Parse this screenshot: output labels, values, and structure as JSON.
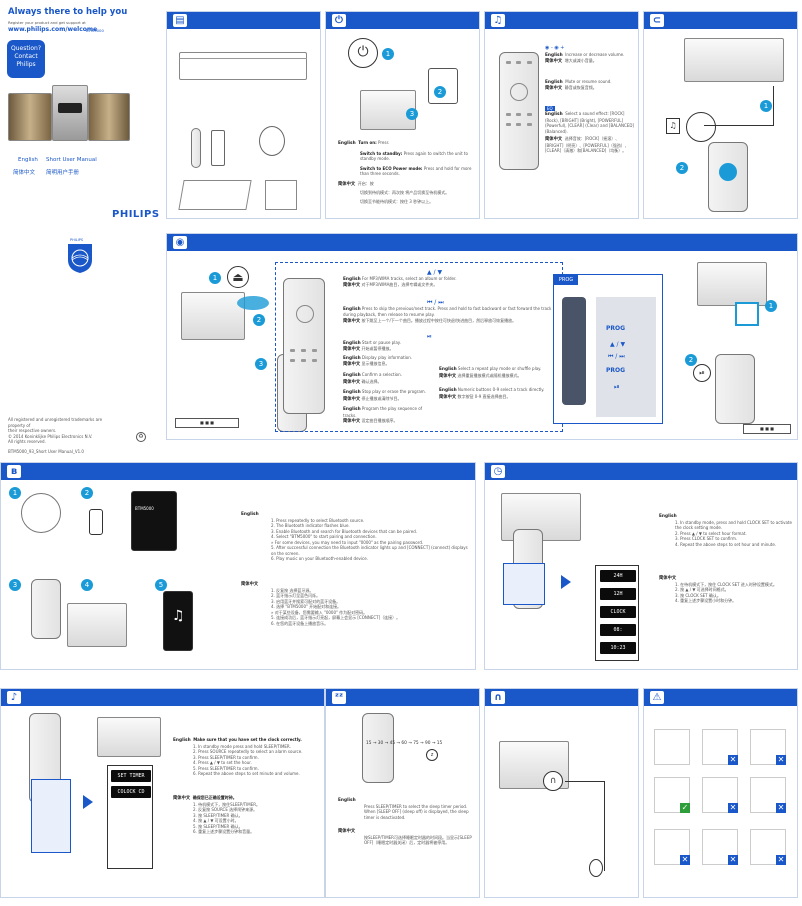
{
  "cover": {
    "headline": "Always there to help you",
    "register_text": "Register your product and get support at",
    "url": "www.philips.com/welcome",
    "model": "BTM5000",
    "question": [
      "Question?",
      "Contact",
      "Philips"
    ],
    "manual_en_lang": "English",
    "manual_en_title": "Short User Manual",
    "manual_zh_lang": "简体中文",
    "manual_zh_title": "简明用户手册",
    "brand": "PHILIPS",
    "rights_1": "All registered and unregistered trademarks are property of",
    "rights_2": "their respective owners.",
    "rights_3": "© 2014 Koninklijke Philips Electronics N.V.",
    "rights_4": "All rights reserved.",
    "doc_code": "BTM5000_93_Short User Manual_V1.0",
    "colors": {
      "accent": "#1a57c8",
      "badge": "#1a9bd7"
    }
  },
  "power": {
    "en_label": "English",
    "en_1_title": "Turn on:",
    "en_1": "Press",
    "en_2_title": "Switch to standby:",
    "en_2": "Press again to switch the unit to standby mode.",
    "en_3_title": "Switch to ECO Power mode:",
    "en_3": "Press and hold for more than three seconds.",
    "zh_label": "简体中文",
    "zh_1": "开启：按",
    "zh_2": "切换到待机模式：再次按 将产品切换至待机模式。",
    "zh_3": "切换至节能待机模式：按住 3 秒钟以上。"
  },
  "volume": {
    "en_label": "English",
    "zh_label": "简体中文",
    "vol_en": "Increase or decrease volume.",
    "vol_zh": "增大或减小音量。",
    "mute_en": "Mute or resume sound.",
    "mute_zh": "静音或恢复音频。",
    "eq_en": "Select a sound effect: [ROCK] (Rock), [BRIGHT] (Bright), [POWERFUL] (Powerful), [CLEAR] (Clear) and [BALANCED] (Balanced).",
    "eq_zh": "选择音效：[ROCK]（摇滚）、[BRIGHT]（明亮）、[POWERFUL]（强劲）、[CLEAR]（清澈）和[BALANCED]（均衡）。",
    "eq_badge": "EQ"
  },
  "disc": {
    "en_label": "English",
    "zh_label": "简体中文",
    "folder_en": "For MP3/WMA tracks, select an album or folder.",
    "folder_zh": "对于MP3/WMA曲目，选择专辑或文件夹。",
    "skip_en": "Press to skip the previous/next track. Press and hold to fast backward or fast forward the track during playback, then release to resume play.",
    "skip_zh": "按下跳至上一个/下一个曲目。播放过程中按住可快退/快进曲目，然后释放可恢复播放。",
    "start_en": "Start or pause play.",
    "start_zh": "开始或暂停播放。",
    "display_en": "Display play information.",
    "display_zh": "显示播放信息。",
    "confirm_en": "Confirm a selection.",
    "confirm_zh": "确认选择。",
    "repeat_en": "Select a repeat play mode or shuffle play.",
    "repeat_zh": "选择重复播放模式或随机播放模式。",
    "stop_en": "Stop play or erase the program.",
    "stop_zh": "停止播放或清除节目。",
    "num_en": "Numeric buttons 0-9 select a track directly.",
    "num_zh": "数字按钮 0-9 直接选择曲目。",
    "prog_en": "Program the play sequence of tracks.",
    "prog_zh": "设定曲目播放顺序。",
    "prog_badge": "PROG",
    "prog_labels": [
      "PROG",
      "PROG"
    ]
  },
  "bluetooth": {
    "en_label": "English",
    "zh_label": "简体中文",
    "phone_name": "BTM5000",
    "en_steps": [
      "1. Press repeatedly to select Bluetooth source.",
      "2. The Bluetooth indicator flashes blue.",
      "3. Enable Bluetooth and search for Bluetooth devices that can be paired.",
      "4. Select \"BTM5000\" to start pairing and connection.",
      "» For some devices, you may need to input \"0000\" as the pairing password.",
      "5. After successful connection the Bluetooth indicator lights up and [CONNECT] (connect) displays on the screen.",
      "6. Play music on your Bluetooth-enabled device."
    ],
    "zh_steps": [
      "1. 反复按 选择蓝牙源。",
      "2. 蓝牙指示灯呈蓝色闪烁。",
      "3. 启用蓝牙并搜索可配对的蓝牙设备。",
      "4. 选择 \"BTM5000\" 开始配对和连接。",
      "» 对于某些设备，您需要输入 \"0000\" 作为配对密码。",
      "5. 连接成功后，蓝牙指示灯亮起，屏幕上会显示 [CONNECT]（连接）。",
      "6. 在您的蓝牙设备上播放音乐。"
    ]
  },
  "clock": {
    "en_label": "English",
    "zh_label": "简体中文",
    "en_steps": [
      "1. In standby mode, press and hold CLOCK SET to activate the clock setting mode.",
      "2. Press ▲ / ▼ to select hour format.",
      "3. Press CLOCK SET to confirm.",
      "4. Repeat the above steps to set hour and minute."
    ],
    "zh_steps": [
      "1. 在待机模式下，按住 CLOCK SET 进入时钟设置模式。",
      "2. 按 ▲ / ▼ 可选择时间格式。",
      "3. 按 CLOCK SET 确认。",
      "4. 重复上述步骤设置小时和分钟。"
    ],
    "screens": [
      "24H",
      "12H",
      "CLOCK",
      "08:",
      "10:23"
    ]
  },
  "alarm": {
    "en_label": "English",
    "zh_label": "简体中文",
    "en_note": "Make sure that you have set the clock correctly.",
    "en_steps": [
      "1. In standby mode press and hold SLEEP/TIMER.",
      "2. Press SOURCE repeatedly to select an alarm source.",
      "3. Press SLEEP/TIMER to confirm.",
      "4. Press ▲ / ▼ to set the hour.",
      "5. Press SLEEP/TIMER to confirm.",
      "6. Repeat the above steps to set minute and volume."
    ],
    "zh_note": "确保您已正确设置时钟。",
    "zh_steps": [
      "1. 待机模式下，按住SLEEP/TIMER。",
      "2. 反复按 SOURCE 选择闹钟来源。",
      "3. 按 SLEEP/TIMER 确认。",
      "4. 按 ▲ / ▼ 可设置小时。",
      "5. 按 SLEEP/TIMER 确认。",
      "6. 重复上述步骤设置分钟和音量。"
    ],
    "screens": [
      "SET TIMER",
      "COLOCK CD"
    ]
  },
  "sleep": {
    "en_label": "English",
    "zh_label": "简体中文",
    "sequence": "15 → 30 → 45 → 60 → 75 → 90 → 15",
    "en_text": "Press SLEEP/TIMER to select the sleep timer period. When [SLEEP OFF] (sleep off) is displayed, the sleep timer is deactivated.",
    "zh_text": "按SLEEP/TIMER可选择睡眠定时器的时间段。当显示[SLEEP OFF]（睡眠定时器关闭）后，定时器将被停用。"
  },
  "icons": {
    "box": "box-icon",
    "power": "power-icon",
    "music": "music-note-icon",
    "aux": "aux-plug-icon",
    "disc": "disc-usb-icon",
    "bluetooth": "bluetooth-icon",
    "clock": "clock-icon",
    "alarm": "bell-icon",
    "sleep": "sleep-zz-icon",
    "headphones": "headphones-icon",
    "safety": "warning-icon"
  }
}
